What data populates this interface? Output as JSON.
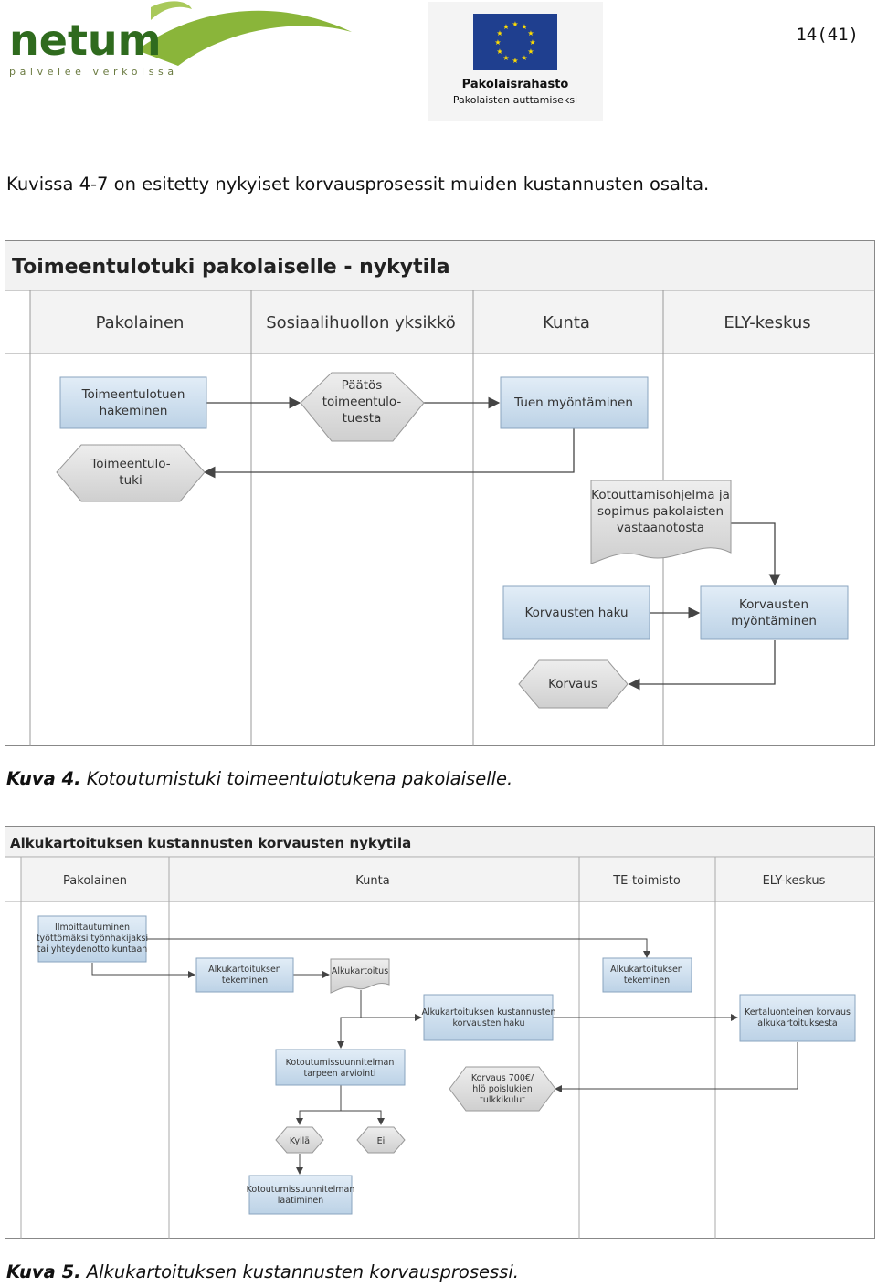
{
  "header": {
    "logo_text": "netum",
    "logo_tagline": "palvelee verkoissa",
    "eu_fund_name": "Pakolaisrahasto",
    "eu_fund_sub": "Pakolaisten auttamiseksi",
    "page_number": "14(41)"
  },
  "intro": "Kuvissa 4-7 on esitetty nykyiset korvausprosessit muiden kustannusten osalta.",
  "diagram1": {
    "title": "Toimeentulotuki pakolaiselle - nykytila",
    "lanes": [
      "Pakolainen",
      "Sosiaalihuollon yksikkö",
      "Kunta",
      "ELY-keskus"
    ],
    "nodes": {
      "hakeminen": [
        "Toimeentulotuen",
        "hakeminen"
      ],
      "paatos": [
        "Päätös",
        "toimeentulo-",
        "tuesta"
      ],
      "myontaminen": "Tuen myöntäminen",
      "toimeentulotuki": [
        "Toimeentulo-",
        "tuki"
      ],
      "kotouttamisohjelma": [
        "Kotouttamisohjelma ja",
        "sopimus pakolaisten",
        "vastaanotosta"
      ],
      "korvausten_haku": "Korvausten haku",
      "korvausten_myontaminen": [
        "Korvausten",
        "myöntäminen"
      ],
      "korvaus": "Korvaus"
    }
  },
  "caption1": {
    "label": "Kuva 4.",
    "text": "Kotoutumistuki toimeentulotukena pakolaiselle."
  },
  "diagram2": {
    "title": "Alkukartoituksen kustannusten korvausten nykytila",
    "lanes": [
      "Pakolainen",
      "Kunta",
      "TE-toimisto",
      "ELY-keskus"
    ],
    "nodes": {
      "ilmoittautuminen": [
        "Ilmoittautuminen",
        "työttömäksi työnhakijaksi",
        "tai yhteydenotto kuntaan"
      ],
      "kunta_tekeminen": [
        "Alkukartoituksen",
        "tekeminen"
      ],
      "alkukartoitus": "Alkukartoitus",
      "te_tekeminen": [
        "Alkukartoituksen",
        "tekeminen"
      ],
      "kustannusten_haku": [
        "Alkukartoituksen kustannusten",
        "korvausten haku"
      ],
      "kertaluonteinen": [
        "Kertaluonteinen korvaus",
        "alkukartoituksesta"
      ],
      "tarpeen_arviointi": [
        "Kotoutumissuunnitelman",
        "tarpeen arviointi"
      ],
      "korvaus700": [
        "Korvaus 700€/",
        "hlö poislukien",
        "tulkkikulut"
      ],
      "kylla": "Kyllä",
      "ei": "Ei",
      "laatiminen": [
        "Kotoutumissuunnitelman",
        "laatiminen"
      ]
    }
  },
  "caption2": {
    "label": "Kuva 5.",
    "text": "Alkukartoituksen kustannusten korvausprosessi."
  },
  "colors": {
    "box_fill": "#cfe0ef",
    "box_stroke": "#8aa4bf",
    "shape_fill": "#d9d9d9",
    "logo_green": "#6a9a2a",
    "logo_dark": "#2f6b1e",
    "eu_blue": "#1f3f8f",
    "eu_star": "#ffdd00"
  }
}
